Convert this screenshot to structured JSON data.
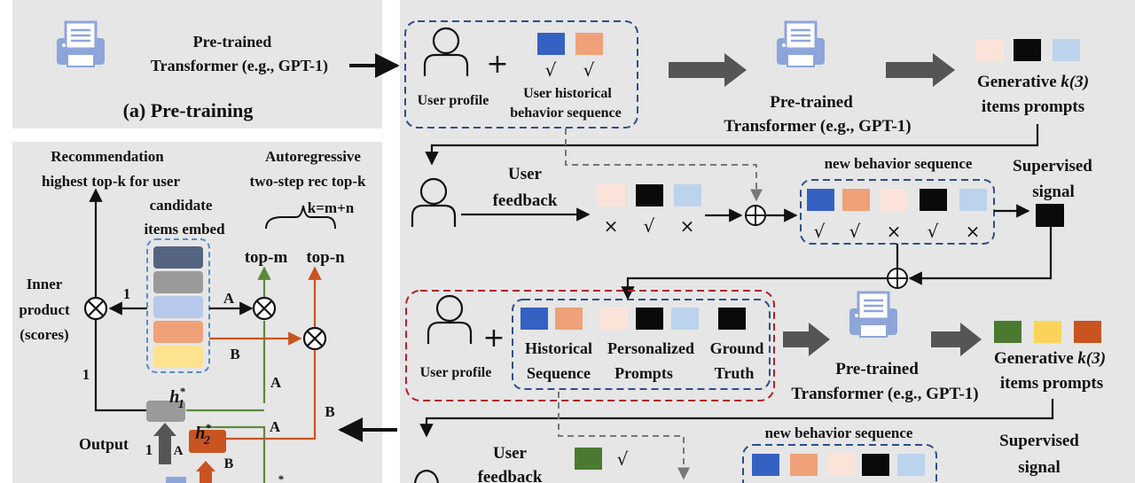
{
  "colors": {
    "panel": "#e6e6e6",
    "printer": "#8ea5da",
    "blue": "#3561c2",
    "orange": "#efa17a",
    "peach": "#fbe3d9",
    "black": "#0a0a0a",
    "light_blue": "#bcd3ee",
    "green": "#4a7a32",
    "yellow": "#fbd35a",
    "rust": "#c95420",
    "gray_arrow": "#555555",
    "blue_dash": "#2c4f8c",
    "red_dash": "#b0202a",
    "green_line": "#5b8a3a",
    "orange_line": "#c95420"
  },
  "icons": [
    "printer-icon",
    "user-icon",
    "oplus-icon",
    "otimes-icon",
    "check-icon",
    "cross-icon"
  ],
  "pretraining": {
    "model_label_line1": "Pre-trained",
    "model_label_line2": "Transformer (e.g., GPT-1)",
    "caption": "(a) Pre-training"
  },
  "top_flow": {
    "user_profile": "User profile",
    "plus": "+",
    "history_label_line1": "User historical",
    "history_label_line2": "behavior sequence",
    "history_marks": [
      "√",
      "√"
    ],
    "model_line1": "Pre-trained",
    "model_line2": "Transformer (e.g., GPT-1)",
    "gen_line1": "Generative ",
    "gen_k": "k(3)",
    "gen_line2": "items prompts",
    "feedback_line1": "User",
    "feedback_line2": "feedback",
    "feedback_marks": [
      "×",
      "√",
      "×"
    ],
    "new_seq_title": "new behavior sequence",
    "new_seq_marks": [
      "√",
      "√",
      "×",
      "√",
      "×"
    ],
    "supervised_line1": "Supervised",
    "supervised_line2": "signal"
  },
  "middle_flow": {
    "user_profile": "User profile",
    "plus": "+",
    "hist_line1": "Historical",
    "hist_line2": "Sequence",
    "pers_line1": "Personalized",
    "pers_line2": "Prompts",
    "ground_line1": "Ground",
    "ground_line2": "Truth",
    "model_line1": "Pre-trained",
    "model_line2": "Transformer (e.g., GPT-1)",
    "gen_line1": "Generative ",
    "gen_k": "k(3)",
    "gen_line2": "items prompts"
  },
  "bottom_flow": {
    "feedback_line1": "User",
    "feedback_line2": "feedback",
    "feedback_mark": "√",
    "new_seq_title": "new behavior sequence",
    "supervised_line1": "Supervised",
    "supervised_line2": "signal"
  },
  "left_panel": {
    "rec_line1": "Recommendation",
    "rec_line2": "highest top-k for user",
    "auto_line1": "Autoregressive",
    "auto_line2": "two-step rec top-k",
    "kmn": "k=m+n",
    "cand_line1": "candidate",
    "cand_line2": "items embed",
    "top_m": "top-m",
    "top_n": "top-n",
    "inner_line1": "Inner",
    "inner_line2": "product",
    "inner_line3": "(scores)",
    "label_1": "1",
    "label_A": "A",
    "label_B": "B",
    "h1": "h",
    "h1_sub": "1",
    "h2": "h",
    "h2_sub": "2",
    "star": "*",
    "output": "Output"
  }
}
